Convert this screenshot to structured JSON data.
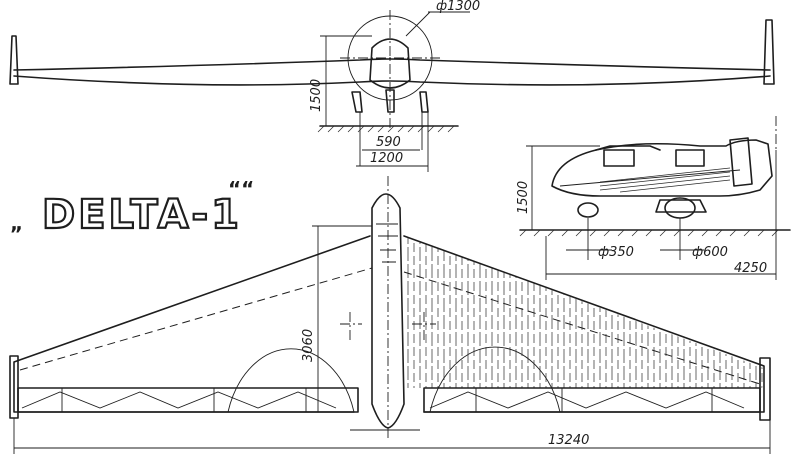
{
  "title": {
    "text": "DELTA-1",
    "quote_open": "„",
    "quote_close": "““"
  },
  "front_view": {
    "prop_diameter": "ф1300",
    "height": "1500",
    "track_inner": "590",
    "track_outer": "1200"
  },
  "side_view": {
    "height": "1500",
    "front_wheel": "ф350",
    "rear_wheel": "ф600",
    "length": "4250"
  },
  "top_view": {
    "root_depth": "3060",
    "span": "13240"
  }
}
